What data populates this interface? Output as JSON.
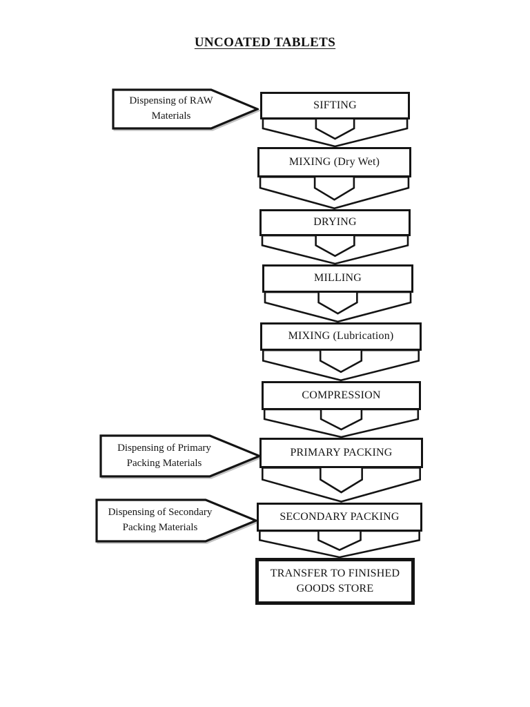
{
  "page": {
    "title": "UNCOATED TABLETS"
  },
  "colors": {
    "ink": "#141414",
    "paper": "#ffffff"
  },
  "flow": {
    "steps": [
      {
        "label": "SIFTING"
      },
      {
        "label": "MIXING (Dry Wet)"
      },
      {
        "label": "DRYING"
      },
      {
        "label": "MILLING"
      },
      {
        "label": "MIXING (Lubrication)"
      },
      {
        "label": "COMPRESSION"
      },
      {
        "label": "PRIMARY PACKING"
      },
      {
        "label": "SECONDARY PACKING"
      },
      {
        "label": "TRANSFER TO FINISHED GOODS STORE"
      }
    ],
    "callouts": [
      {
        "label": "Dispensing of RAW Materials",
        "target": "SIFTING"
      },
      {
        "label": "Dispensing of Primary Packing Materials",
        "target": "PRIMARY PACKING"
      },
      {
        "label": "Dispensing of Secondary Packing Materials",
        "target": "SECONDARY PACKING"
      }
    ]
  }
}
